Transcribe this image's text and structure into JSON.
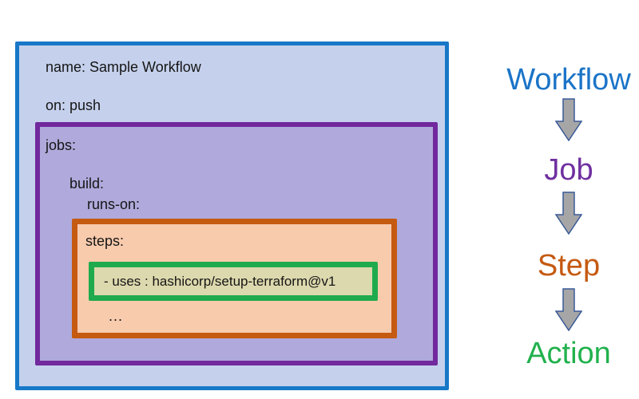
{
  "colors": {
    "canvas_bg": "#FFFFFF",
    "text_color": "#151515",
    "workflow_box_border": "#1878C8",
    "workflow_box_fill": "#C5D1EC",
    "jobs_box_border": "#71299D",
    "jobs_box_fill": "#AFAADB",
    "steps_box_border": "#C55A11",
    "steps_box_fill": "#F8CBAD",
    "action_box_border": "#1FAB4D",
    "action_box_fill": "#DDD9AE",
    "legend_workflow": "#1B74C8",
    "legend_job": "#7030A0",
    "legend_step": "#C55A11",
    "legend_action": "#21B14D",
    "arrow_fill": "#A6A6A6",
    "arrow_stroke": "#3A5A98"
  },
  "yaml": {
    "name_line": "name: Sample Workflow",
    "on_line": "on: push",
    "jobs_line": "jobs:",
    "build_line": "build:",
    "runs_on_line": "runs-on:",
    "steps_line": "steps:",
    "uses_line": "- uses : hashicorp/setup-terraform@v1",
    "ellipsis_line": "..."
  },
  "legend": {
    "arrow_icon": "down-block-arrow",
    "items": [
      {
        "id": "workflow",
        "label": "Workflow"
      },
      {
        "id": "job",
        "label": "Job"
      },
      {
        "id": "step",
        "label": "Step"
      },
      {
        "id": "action",
        "label": "Action"
      }
    ]
  }
}
